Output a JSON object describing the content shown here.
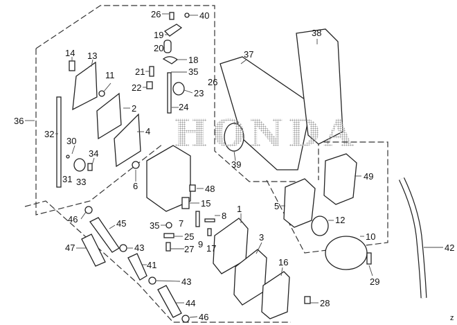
{
  "watermark": "HONDA",
  "corner_mark": "z",
  "callouts": [
    "26",
    "40",
    "19",
    "20",
    "18",
    "21",
    "35",
    "22",
    "23",
    "26",
    "24",
    "14",
    "13",
    "11",
    "2",
    "36",
    "32",
    "4",
    "30",
    "34",
    "31",
    "33",
    "6",
    "48",
    "15",
    "7",
    "8",
    "1",
    "35",
    "25",
    "9",
    "17",
    "27",
    "46",
    "45",
    "47",
    "43",
    "41",
    "43",
    "44",
    "46",
    "3",
    "16",
    "28",
    "37",
    "38",
    "39",
    "49",
    "5",
    "12",
    "10",
    "29",
    "42"
  ]
}
